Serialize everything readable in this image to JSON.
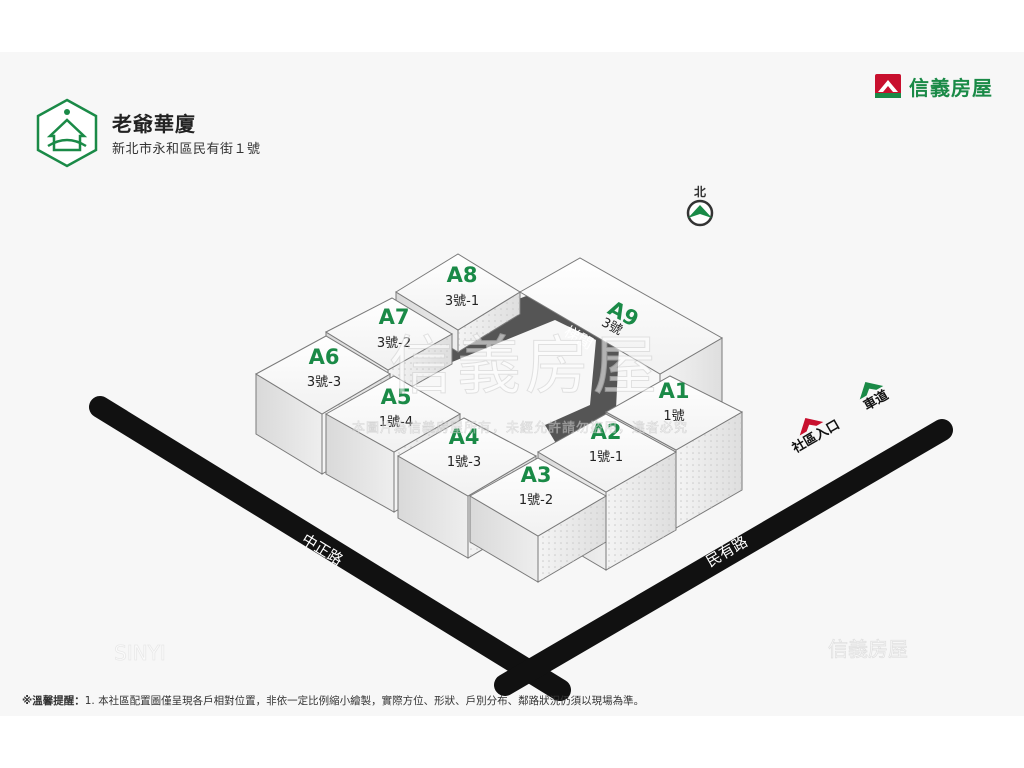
{
  "community": {
    "name": "老爺華廈",
    "address": "新北市永和區民有街１號"
  },
  "brand": {
    "name": "信義房屋",
    "watermark_large": "信義房屋",
    "watermark_small": "信義房屋",
    "watermark_latin": "SINYI",
    "watermark_notice": "本圖片為信義房屋所有，未經允許請勿盜用，違者必究",
    "colors": {
      "green": "#1a8a47",
      "red": "#c8102e"
    }
  },
  "compass": {
    "label": "北"
  },
  "roads": {
    "road_1": "中正路",
    "road_2": "民有路"
  },
  "entrances": {
    "community_entrance": "社區入口",
    "driveway": "車道"
  },
  "stairwell": {
    "label": "梯間"
  },
  "units": [
    {
      "id": "A1",
      "address": "1號"
    },
    {
      "id": "A2",
      "address": "1號-1"
    },
    {
      "id": "A3",
      "address": "1號-2"
    },
    {
      "id": "A4",
      "address": "1號-3"
    },
    {
      "id": "A5",
      "address": "1號-4"
    },
    {
      "id": "A6",
      "address": "3號-3"
    },
    {
      "id": "A7",
      "address": "3號-2"
    },
    {
      "id": "A8",
      "address": "3號-1"
    },
    {
      "id": "A9",
      "address": "3號"
    }
  ],
  "footer": {
    "prefix": "※溫馨提醒：",
    "text": "1. 本社區配置圖僅呈現各戶相對位置，非依一定比例縮小繪製，實際方位、形狀、戶別分布、鄰路狀況仍須以現場為準。"
  }
}
